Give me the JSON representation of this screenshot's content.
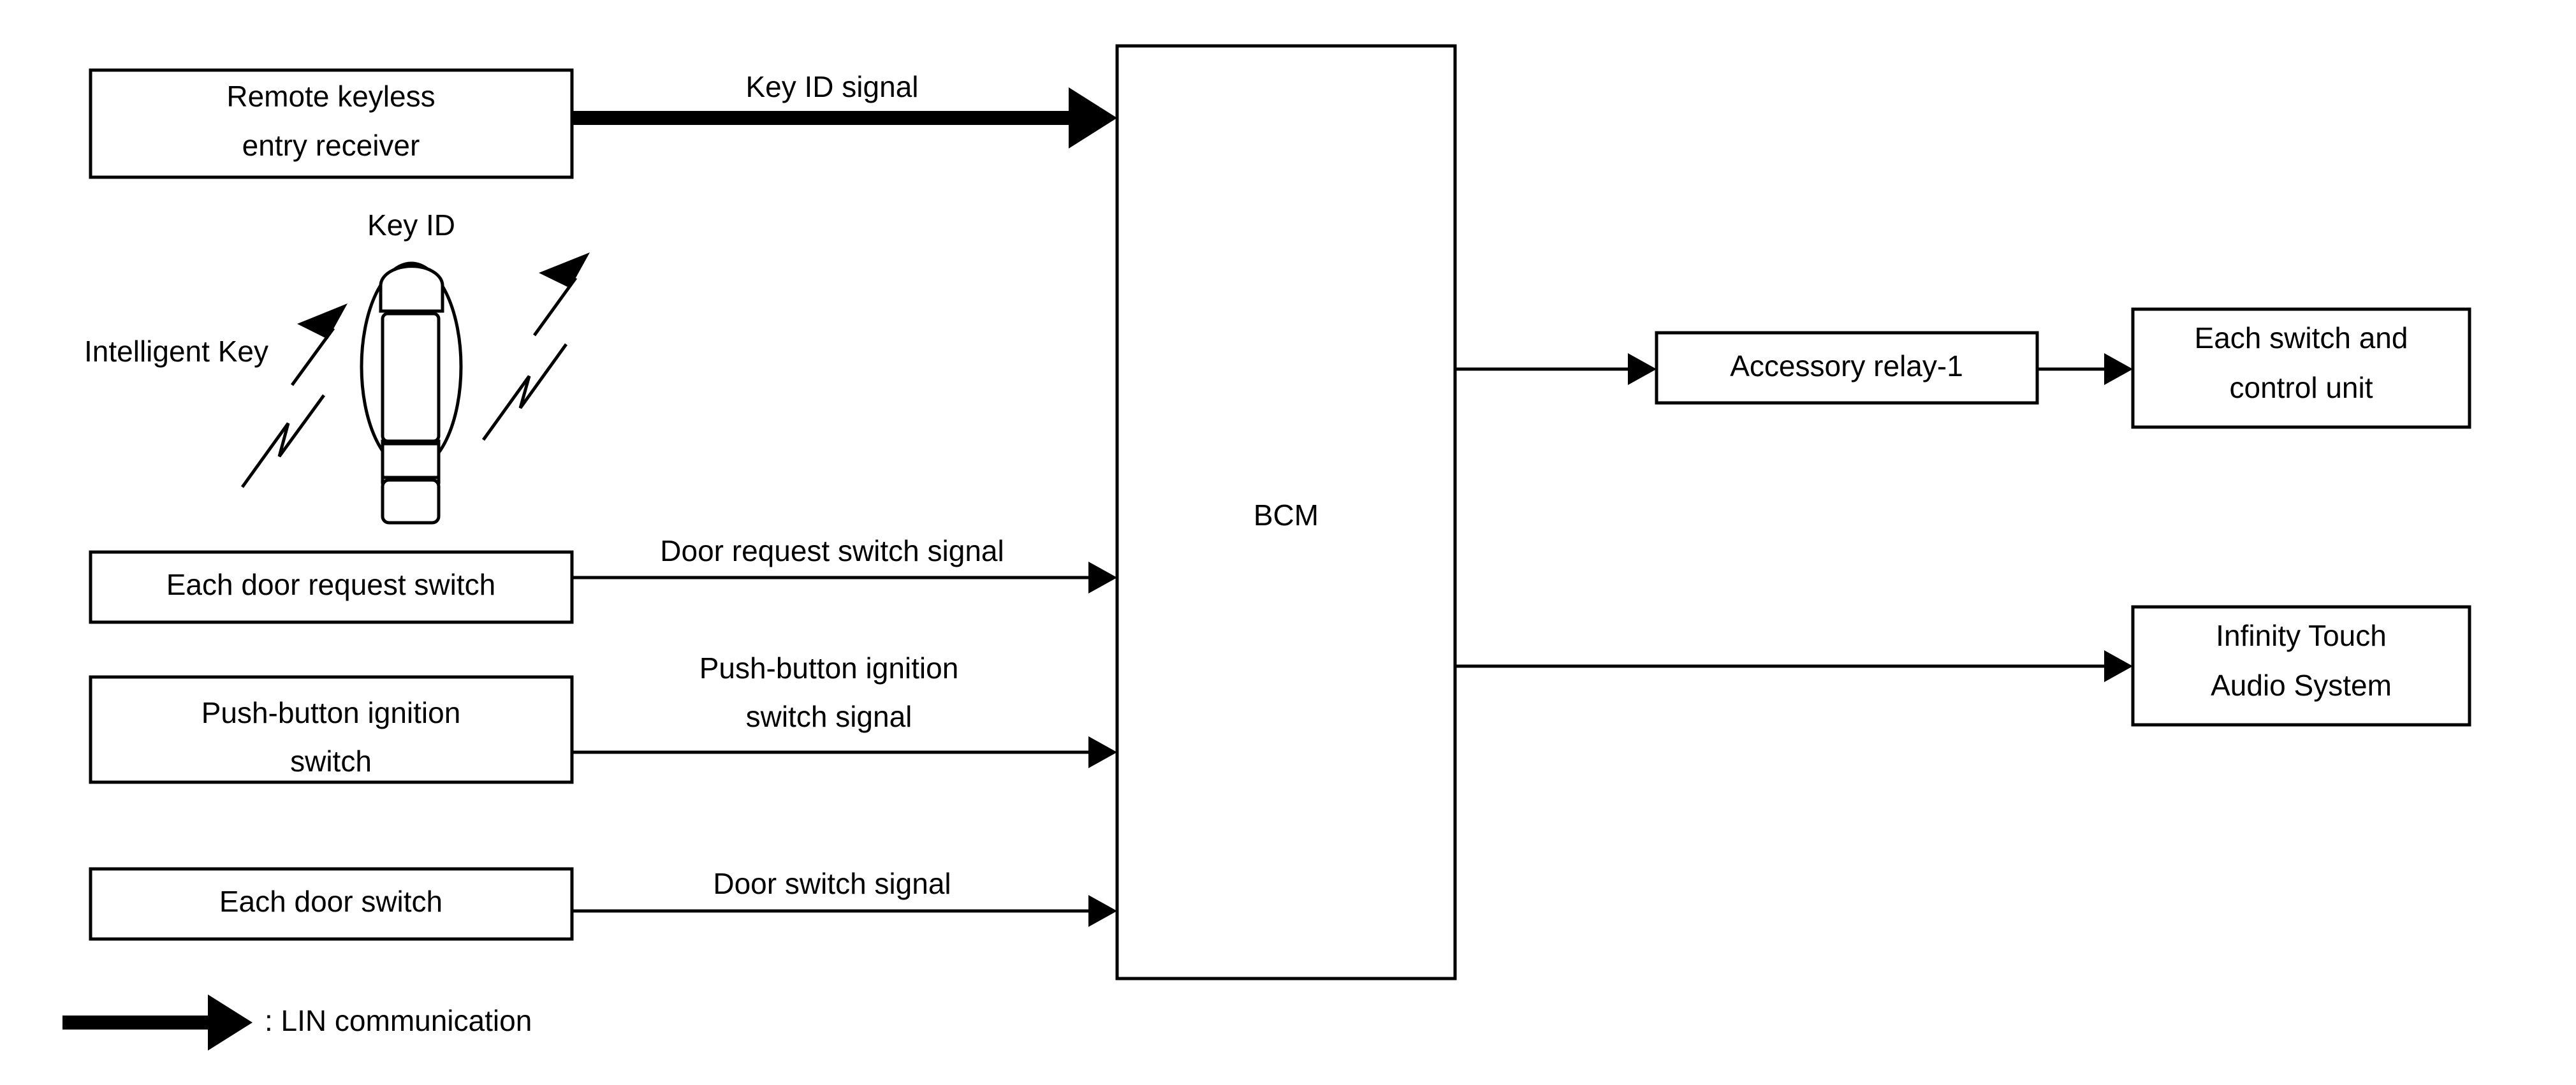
{
  "diagram": {
    "title": "BCM system block diagram",
    "stroke_color": "#000000",
    "background_color": "#ffffff",
    "nodes": {
      "remote_keyless_entry_receiver": {
        "line1": "Remote keyless",
        "line2": "entry receiver"
      },
      "each_door_request_switch": {
        "line1": "Each door request switch"
      },
      "push_button_ignition_switch": {
        "line1": "Push-button ignition",
        "line2": "switch"
      },
      "each_door_switch": {
        "line1": "Each door switch"
      },
      "bcm": {
        "line1": "BCM"
      },
      "accessory_relay_1": {
        "line1": "Accessory relay-1"
      },
      "each_switch_and_control_unit": {
        "line1": "Each switch and",
        "line2": "control unit"
      },
      "infinity_touch_audio_system": {
        "line1": "Infinity Touch",
        "line2": "Audio System"
      }
    },
    "free_labels": {
      "key_id": "Key ID",
      "intelligent_key": "Intelligent Key"
    },
    "edge_labels": {
      "key_id_signal": "Key ID signal",
      "door_request_switch_signal": "Door request switch signal",
      "push_button_ignition_switch_signal_line1": "Push-button ignition",
      "push_button_ignition_switch_signal_line2": "switch signal",
      "door_switch_signal": "Door switch signal"
    },
    "legend": {
      "lin_communication": ": LIN communication"
    }
  }
}
